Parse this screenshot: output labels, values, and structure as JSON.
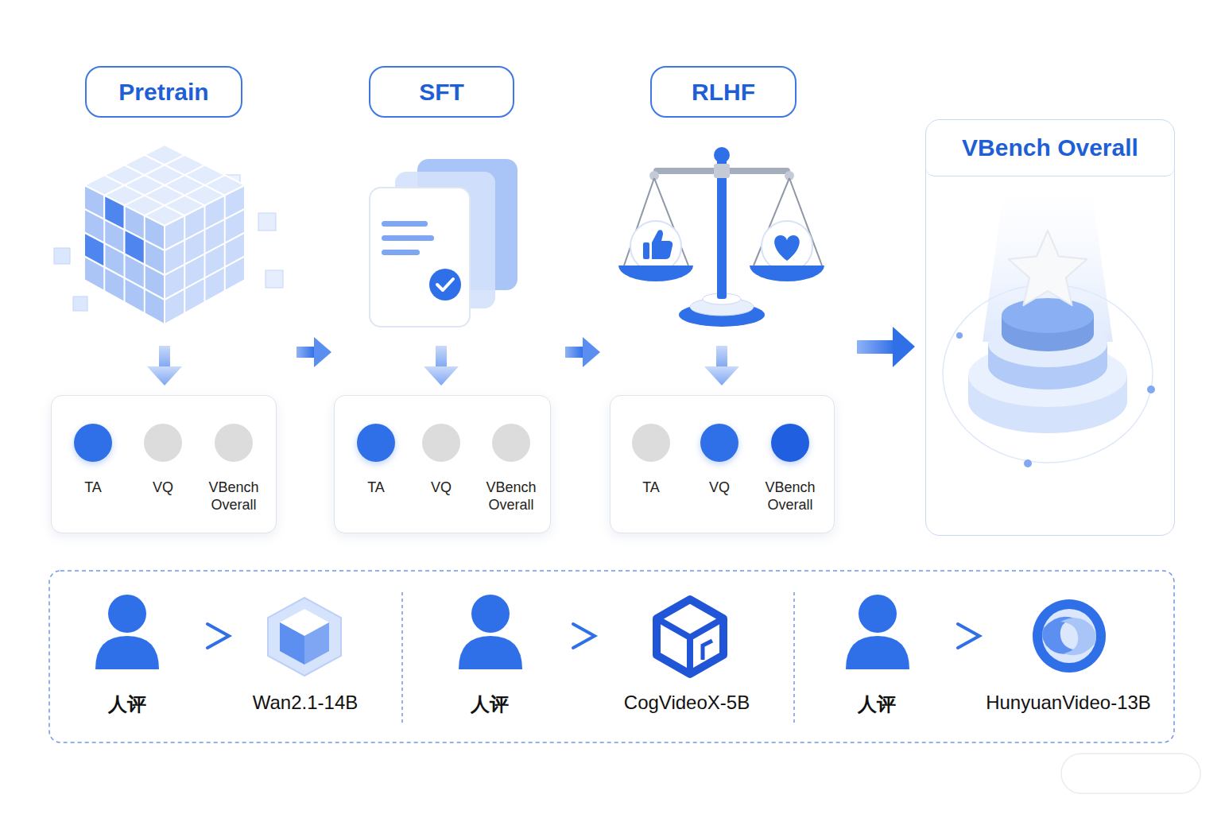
{
  "diagram": {
    "nodes": [
      {
        "text": [
          "Pretrain"
        ]
      },
      {
        "text": [
          "SFT"
        ]
      },
      {
        "text": [
          "RLHF"
        ]
      },
      {
        "text": [
          "TA",
          "VQ",
          "VBench Overall"
        ]
      },
      {
        "text": [
          "TA",
          "VQ",
          "VBench Overall"
        ]
      },
      {
        "text": [
          "TA",
          "VQ",
          "VBench Overall"
        ]
      },
      {
        "text": [
          "VBench Overall"
        ]
      }
    ],
    "labels": [
      "人评",
      "Wan2.1-14B",
      "人评",
      "CogVideoX-5B",
      "人评",
      "HunyuanVideo-13B"
    ]
  }
}
